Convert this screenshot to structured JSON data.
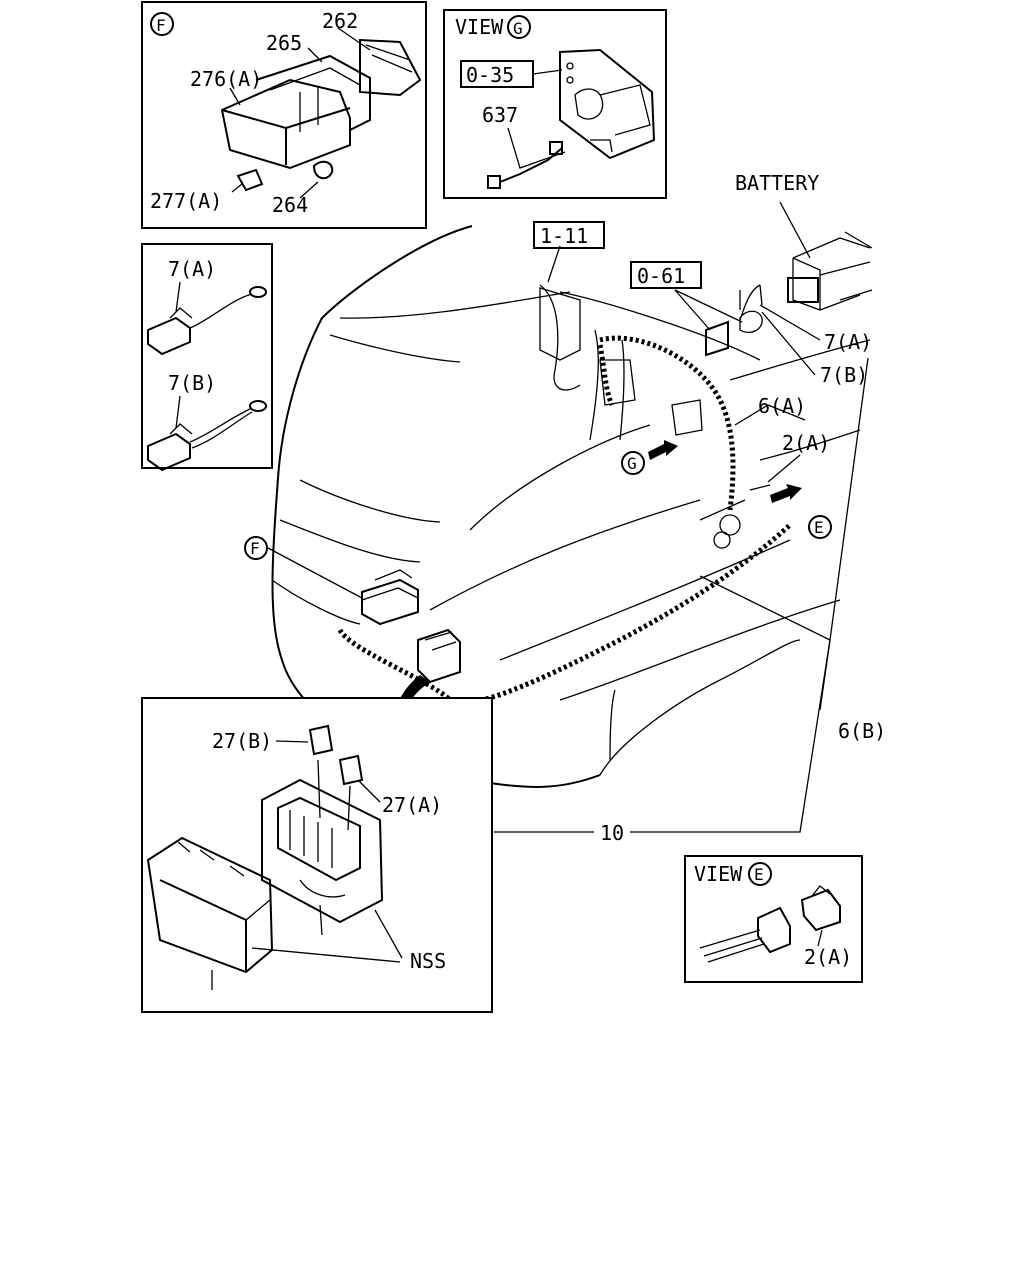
{
  "circles": {
    "f_panel": "F",
    "view_g": "G",
    "f_main": "F",
    "g_main": "G",
    "e_main": "E",
    "view_e": "E"
  },
  "view_labels": {
    "g": "VIEW",
    "e": "VIEW"
  },
  "boxed_refs": {
    "ref_0_35": "0-35",
    "ref_1_11": "1-11",
    "ref_0_61": "0-61"
  },
  "part_labels": {
    "p262": "262",
    "p265": "265",
    "p276a": "276(A)",
    "p277a": "277(A)",
    "p264": "264",
    "p637": "637",
    "battery": "BATTERY",
    "p7a_left": "7(A)",
    "p7b_left": "7(B)",
    "p7a_main": "7(A)",
    "p7b_main": "7(B)",
    "p6a": "6(A)",
    "p2a_main": "2(A)",
    "p6b": "6(B)",
    "p10": "10",
    "p27b": "27(B)",
    "p27a": "27(A)",
    "nss": "NSS",
    "p2a_view": "2(A)"
  }
}
